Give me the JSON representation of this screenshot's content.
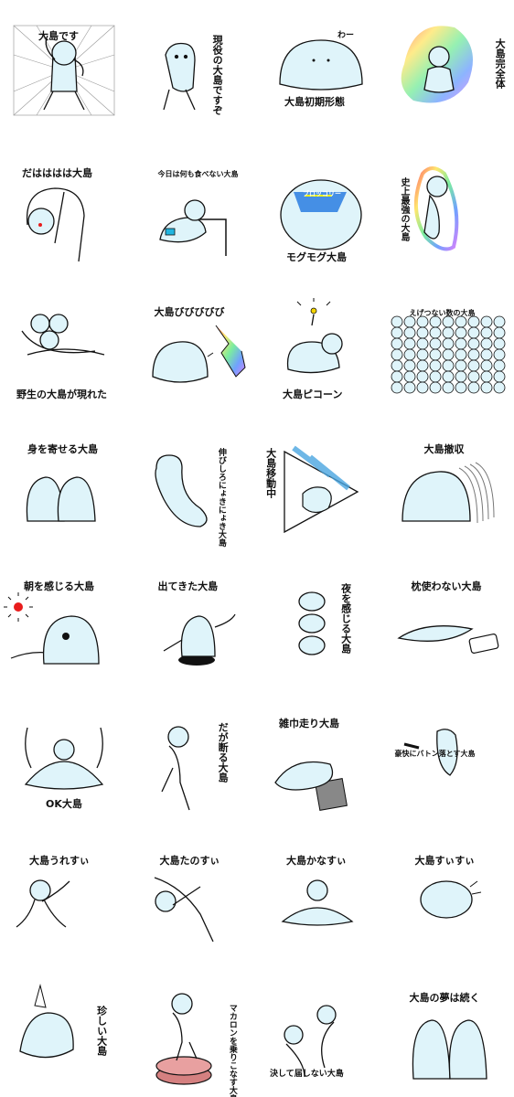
{
  "stickers": [
    {
      "caption": "大島です"
    },
    {
      "caption": "現役の大島ですぞ"
    },
    {
      "caption": "大島初期形態",
      "extra": "わー"
    },
    {
      "caption": "大島完全体"
    },
    {
      "caption": "だはははは大島"
    },
    {
      "caption": "今日は何も食べない大島"
    },
    {
      "caption": "モグモグ大島",
      "extra": "ブロッコリー"
    },
    {
      "caption": "史上最強の大島"
    },
    {
      "caption": "野生の大島が現れた"
    },
    {
      "caption": "大島びびびびび"
    },
    {
      "caption": "大島ピコーン"
    },
    {
      "caption": "えげつない数の大島"
    },
    {
      "caption": "身を寄せる大島"
    },
    {
      "caption": "伸びしろにょきにょき大島"
    },
    {
      "caption": "大島移動中"
    },
    {
      "caption": "大島撤収"
    },
    {
      "caption": "朝を感じる大島"
    },
    {
      "caption": "出てきた大島"
    },
    {
      "caption": "夜を感じる大島"
    },
    {
      "caption": "枕使わない大島"
    },
    {
      "caption": "OK大島"
    },
    {
      "caption": "だが断る大島"
    },
    {
      "caption": "雑巾走り大島"
    },
    {
      "caption": "豪快にバトン落とす大島"
    },
    {
      "caption": "大島うれすぃ"
    },
    {
      "caption": "大島たのすぃ"
    },
    {
      "caption": "大島かなすぃ"
    },
    {
      "caption": "大島すぃすぃ"
    },
    {
      "caption": "珍しい大島"
    },
    {
      "caption": "マカロンを乗りこなす大島"
    },
    {
      "caption": "決して届しない大島"
    },
    {
      "caption": "大島の夢は続く"
    }
  ],
  "colors": {
    "body": "#dff4fa",
    "outline": "#111111",
    "accent": "#e81c1c"
  }
}
